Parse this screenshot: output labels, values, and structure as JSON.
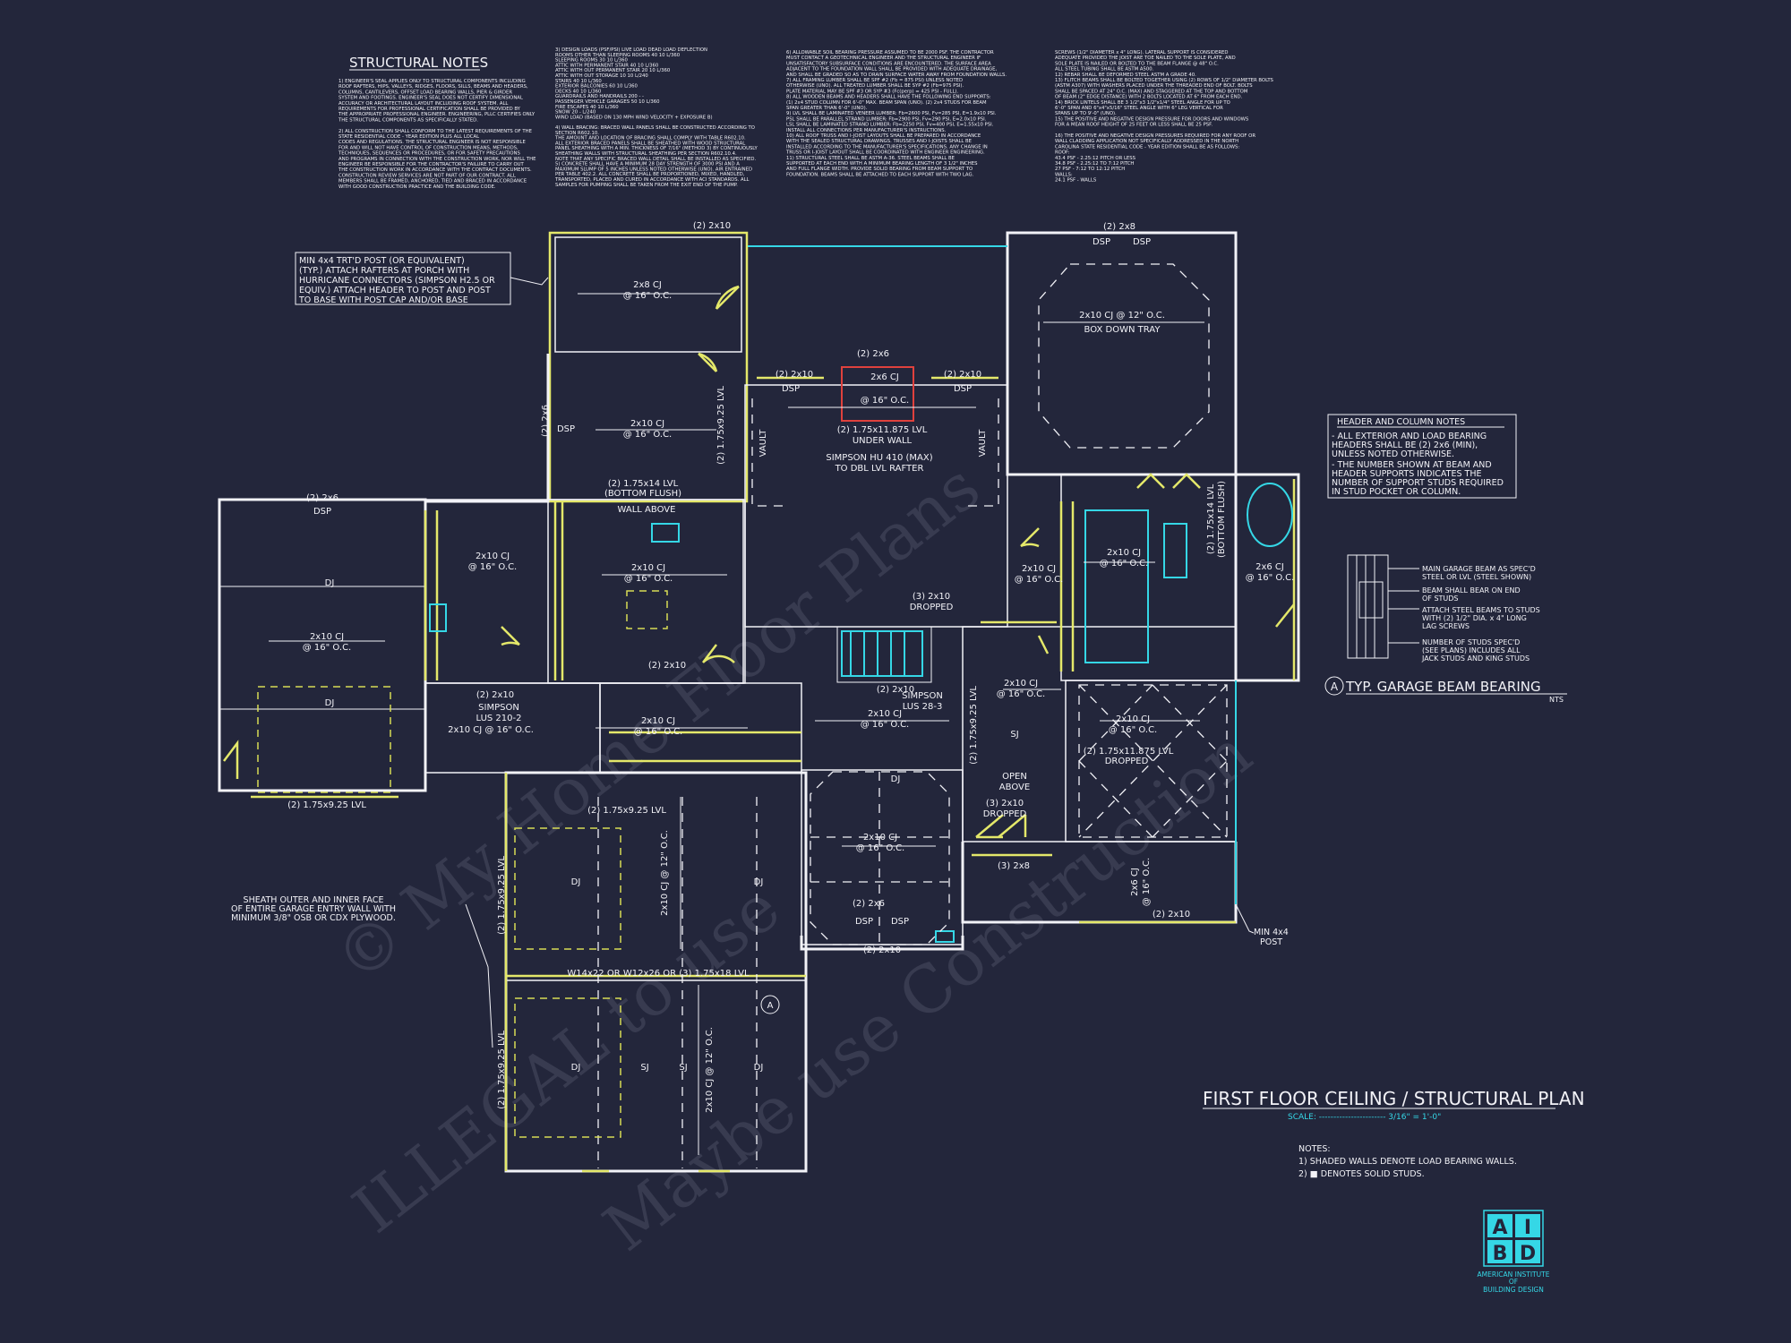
{
  "colors": {
    "background": "#23263b",
    "line": "#f2f2f7",
    "load_bearing": "#e4e86a",
    "plumbing": "#35d7e6",
    "accent_red": "#e0413d"
  },
  "structural_notes": {
    "heading": "STRUCTURAL NOTES",
    "col1": [
      "1) ENGINEER'S SEAL APPLIES ONLY TO STRUCTURAL COMPONENTS INCLUDING",
      "ROOF RAFTERS, HIPS, VALLEYS, RIDGES, FLOORS, SILLS, BEAMS AND HEADERS,",
      "COLUMNS, CANTILEVERS, OFFSET LOAD BEARING WALLS, PIER & GIRDER",
      "SYSTEM AND FOOTINGS. ENGINEER'S SEAL DOES NOT CERTIFY DIMENSIONAL",
      "ACCURACY OR ARCHITECTURAL LAYOUT INCLUDING ROOF SYSTEM. ALL",
      "REQUIREMENTS FOR PROFESSIONAL CERTIFICATION SHALL BE PROVIDED BY",
      "THE APPROPRIATE PROFESSIONAL ENGINEER. ENGINEERING, PLLC CERTIFIES ONLY",
      "THE STRUCTURAL COMPONENTS AS SPECIFICALLY STATED.",
      "",
      "2) ALL CONSTRUCTION SHALL CONFORM TO THE LATEST REQUIREMENTS OF THE",
      "STATE RESIDENTIAL CODE - YEAR EDITION PLUS ALL LOCAL",
      "CODES AND REGULATIONS. THE STRUCTURAL ENGINEER IS NOT RESPONSIBLE",
      "FOR AND WILL NOT HAVE CONTROL OF CONSTRUCTION MEANS, METHODS,",
      "TECHNIQUES, SEQUENCES OR PROCEDURES, OR FOR SAFETY PRECAUTIONS",
      "AND PROGRAMS IN CONNECTION WITH THE CONSTRUCTION WORK, NOR WILL THE",
      "ENGINEER BE RESPONSIBLE FOR THE CONTRACTOR'S FAILURE TO CARRY OUT",
      "THE CONSTRUCTION WORK IN ACCORDANCE WITH THE CONTRACT DOCUMENTS.",
      "CONSTRUCTION REVIEW SERVICES ARE NOT PART OF OUR CONTRACT. ALL",
      "MEMBERS SHALL BE FRAMED, ANCHORED, TIED AND BRACED IN ACCORDANCE",
      "WITH GOOD CONSTRUCTION PRACTICE AND THE BUILDING CODE."
    ],
    "col2": [
      "3) DESIGN LOADS (PSF/PSI)        LIVE LOAD  DEAD LOAD  DEFLECTION",
      "ROOMS OTHER THAN SLEEPING ROOMS      40         10       L/360",
      "SLEEPING ROOMS                      30         10       L/360",
      "ATTIC WITH PERMANENT STAIR           40         10       L/360",
      "ATTIC WITH OUT PERMANENT STAIR       20         10       L/360",
      "ATTIC WITH OUT STORAGE              10         10       L/240",
      "STAIRS                              40         10       L/360",
      "EXTERIOR BALCONIES                  60         10       L/360",
      "DECKS                               40         10       L/360",
      "GUARDRAILS AND HANDRAILS            200        -        -",
      "PASSENGER VEHICLE GARAGES           50         10       L/360",
      "FIRE ESCAPES                        40         10       L/360",
      "SNOW                                20         -        L/240",
      "WIND LOAD       (BASED ON 130 MPH WIND VELOCITY + EXPOSURE B)",
      "",
      "4) WALL BRACING: BRACED WALL PANELS SHALL BE CONSTRUCTED ACCORDING TO",
      "SECTION R602.10.",
      "THE AMOUNT AND LOCATION OF BRACING SHALL COMPLY WITH TABLE R602.10.",
      "ALL EXTERIOR BRACED PANELS SHALL BE SHEATHED WITH WOOD STRUCTURAL",
      "PANEL SHEATHING WITH A MIN. THICKNESS OF 7/16\" (METHOD 3) BY CONTINUOUSLY",
      "SHEATHING WALLS WITH STRUCTURAL SHEATHING PER SECTION R602.10.4.",
      "NOTE THAT ANY SPECIFIC BRACED WALL DETAIL SHALL BE INSTALLED AS SPECIFIED.",
      "5) CONCRETE SHALL HAVE A MINIMUM 28 DAY STRENGTH OF 3000 PSI AND A",
      "MAXIMUM SLUMP OF 5 INCHES UNLESS NOTED OTHERWISE (UNO). AIR ENTRAINED",
      "PER TABLE 402.2. ALL CONCRETE SHALL BE PROPORTIONED, MIXED, HANDLED,",
      "TRANSPORTED, PLACED AND CURED IN ACCORDANCE WITH ACI STANDARDS. ALL",
      "SAMPLES FOR PUMPING SHALL BE TAKEN FROM THE EXIT END OF THE PUMP."
    ],
    "col3": [
      "6) ALLOWABLE SOIL BEARING PRESSURE ASSUMED TO BE 2000 PSF. THE CONTRACTOR",
      "MUST CONTACT A GEOTECHNICAL ENGINEER AND THE STRUCTURAL ENGINEER IF",
      "UNSATISFACTORY SUBSURFACE CONDITIONS ARE ENCOUNTERED. THE SURFACE AREA",
      "ADJACENT TO THE FOUNDATION WALL SHALL BE PROVIDED WITH ADEQUATE DRAINAGE,",
      "AND SHALL BE GRADED SO AS TO DRAIN SURFACE WATER AWAY FROM FOUNDATION WALLS.",
      "7) ALL FRAMING LUMBER SHALL BE SPF #2 (Fb = 875 PSI) UNLESS NOTED",
      "OTHERWISE (UNO). ALL TREATED LUMBER SHALL BE SYP #2 (Fb=975 PSI).",
      "PLATE MATERIAL MAY BE SPF #3 OR SYP #3 (Fc(perp) = 425 PSI - FULL).",
      "8) ALL WOODEN BEAMS AND HEADERS SHALL HAVE THE FOLLOWING END SUPPORTS:",
      "(1) 2x4 STUD COLUMN FOR 6'-0\" MAX. BEAM SPAN (UNO). (2) 2x4 STUDS FOR BEAM",
      "SPAN GREATER THAN 6'-0\" (UNO).",
      "9) LVL SHALL BE LAMINATED VENEER LUMBER: Fb=2600 PSI, Fv=285 PSI, E=1.9x10 PSI.",
      "PSL SHALL BE PARALLEL STRAND LUMBER: Fb=2900 PSI, Fv=290 PSI, E=2.0x10 PSI.",
      "LSL SHALL BE LAMINATED STRAND LUMBER: Fb=2250 PSI, Fv=400 PSI, E=1.55x10 PSI.",
      "INSTALL ALL CONNECTIONS PER MANUFACTURER'S INSTRUCTIONS.",
      "10) ALL ROOF TRUSS AND I-JOIST LAYOUTS SHALL BE PREPARED IN ACCORDANCE",
      "WITH THE SEALED STRUCTURAL DRAWINGS. TRUSSES AND I-JOISTS SHALL BE",
      "INSTALLED ACCORDING TO THE MANUFACTURER'S SPECIFICATIONS. ANY CHANGE IN",
      "TRUSS OR I-JOIST LAYOUT SHALL BE COORDINATED WITH ENGINEER ENGINEERING.",
      "11) STRUCTURAL STEEL SHALL BE ASTM A-36. STEEL BEAMS SHALL BE",
      "SUPPORTED AT EACH END WITH A MINIMUM BEARING LENGTH OF 3 1/2\" INCHES",
      "AND FULL FLANGE WIDTH. PROVIDE SOLID BEARING FROM BEAM SUPPORT TO",
      "FOUNDATION. BEAMS SHALL BE ATTACHED TO EACH SUPPORT WITH TWO LAG."
    ],
    "col4": [
      "SCREWS (1/2\" DIAMETER x 4\" LONG). LATERAL SUPPORT IS CONSIDERED",
      "ADEQUATE PROVIDED THE JOIST ARE TOE NAILED TO THE SOLE PLATE, AND",
      "SOLE PLATE IS NAILED OR BOLTED TO THE BEAM FLANGE @ 48\" O.C.",
      "ALL STEEL TUBING SHALL BE ASTM A500.",
      "12) REBAR SHALL BE DEFORMED STEEL ASTM A GRADE 40.",
      "13) FLITCH BEAMS SHALL BE BOLTED TOGETHER USING (2) ROWS OF 1/2\" DIAMETER BOLTS",
      "(ASTM A307) WITH WASHERS PLACED UNDER THE THREADED END OF BOLT. BOLTS",
      "SHALL BE SPACED AT 24\" O.C. (MAX) AND STAGGERED AT THE TOP AND BOTTOM",
      "OF BEAM (2\" EDGE DISTANCE) WITH 2 BOLTS LOCATED AT 6\" FROM EACH END.",
      "14) BRICK LINTELS SHALL BE 3 1/2\"x3 1/2\"x1/4\" STEEL ANGLE FOR UP TO",
      "6'-0\" SPAN AND 6\"x4\"x5/16\" STEEL ANGLE WITH 6\" LEG VERTICAL FOR",
      "SPANS UP TO 9'-0\" (UNO).",
      "15) THE POSITIVE AND NEGATIVE DESIGN PRESSURE FOR DOORS AND WINDOWS",
      "FOR A MEAN ROOF HEIGHT OF 25 FEET OR LESS SHALL BE 25 PSF.",
      "",
      "16) THE POSITIVE AND NEGATIVE DESIGN PRESSURES REQUIRED FOR ANY ROOF OR",
      "WALL CLADDING APPLICATION NOT SPECIFICALLY ADDRESSED IN THE NORTH",
      "CAROLINA STATE RESIDENTIAL CODE - YEAR EDITION SHALL BE AS FOLLOWS:",
      "ROOF:",
      "43.4 PSF - 2.25:12 PITCH OR LESS",
      "34.8 PSF - 2.25:12 TO 7:12 PITCH",
      "27 PSF - 7:12 TO 12:12 PITCH",
      "WALLS:",
      "24.1 PSF - WALLS"
    ]
  },
  "callouts": {
    "porch_post": [
      "MIN 4x4 TRT'D POST (OR EQUIVALENT)",
      "(TYP.) ATTACH RAFTERS AT PORCH WITH",
      "HURRICANE CONNECTORS (SIMPSON H2.5 OR",
      "EQUIV.) ATTACH HEADER TO POST AND POST",
      "TO BASE WITH POST CAP AND/OR BASE"
    ],
    "sheath": [
      "SHEATH OUTER AND INNER FACE",
      "OF ENTIRE GARAGE ENTRY WALL WITH",
      "MINIMUM 3/8\" OSB OR CDX PLYWOOD."
    ],
    "min_post": [
      "MIN 4x4",
      "POST"
    ]
  },
  "plan_labels": {
    "porch_top": "(2) 2x10",
    "porch_cj": "2x8 CJ",
    "porch_oc": "@ 16\" O.C.",
    "room2_cj": "2x10 CJ",
    "room2_oc": "@ 16\" O.C.",
    "dsp": "DSP",
    "lvl_bottom": "(2) 1.75x14 LVL",
    "bottom_flush": "(BOTTOM FLUSH)",
    "wall_above": "WALL ABOVE",
    "lvl_925": "(2) 1.75x9.25 LVL",
    "vault": "VAULT",
    "twox6": "(2) 2x6",
    "twox10": "(2) 2x10",
    "cj_2x6": "2x6 CJ",
    "lvl_11875_under": "(2) 1.75x11.875 LVL",
    "under_wall": "UNDER WALL",
    "simpson_hu": "SIMPSON HU 410 (MAX)",
    "dbl_lvl_rafter": "TO DBL LVL RAFTER",
    "twox8": "(2) 2x8",
    "tray_cj": "2x10 CJ @ 12\" O.C.",
    "box_tray": "BOX DOWN TRAY",
    "garage_2x6": "(2) 2x6",
    "dj": "DJ",
    "garage_cj": "2x10 CJ",
    "oc16": "@ 16\" O.C.",
    "sj": "SJ",
    "kitchen_cj": "2x10 CJ",
    "laundry_cj": "2x10 CJ",
    "dropped": "DROPPED",
    "three_2x10": "(3) 2x10",
    "simpson_lus28": "SIMPSON",
    "lus28": "LUS 28-3",
    "simpson_lus210": "SIMPSON",
    "lus210": "LUS 210-2",
    "cj_line": "2x10 CJ @ 16\" O.C.",
    "lvl_975_bottom": "(2) 1.75x9.25 LVL",
    "lvl_11875_dropped": "(2) 1.75x11.875 LVL",
    "open_above": "OPEN",
    "above": "ABOVE",
    "twox10_cj_10": "2x10 CJ",
    "oc10": "@ 16\" O.C.",
    "twox8_bottom": "(3) 2x8",
    "lvl_14_bath": "(2) 1.75x14 LVL",
    "garage_oc12": "2x10 CJ @ 12\" O.C.",
    "garage_beam": "W14x22 OR W12x26 OR (3) 1.75x18 LVL",
    "garage_lvl_left": "(2) 1.75x9.25 LVL",
    "a_mark": "A",
    "ml_2x6_cj": "2x6 CJ",
    "oc16b": "@ 16\" O.C."
  },
  "header_notes": {
    "heading": "HEADER AND COLUMN NOTES",
    "lines": [
      "- ALL EXTERIOR AND LOAD BEARING",
      "HEADERS SHALL BE (2) 2x6 (MIN),",
      "UNLESS NOTED OTHERWISE.",
      "- THE NUMBER SHOWN AT BEAM AND",
      "HEADER SUPPORTS INDICATES THE",
      "NUMBER OF SUPPORT STUDS REQUIRED",
      "IN STUD POCKET OR COLUMN."
    ]
  },
  "garage_detail": {
    "notes": [
      "MAIN GARAGE BEAM AS SPEC'D",
      "STEEL OR LVL (STEEL SHOWN)",
      "BEAM SHALL BEAR ON END",
      "OF STUDS",
      "ATTACH STEEL BEAMS TO STUDS",
      "WITH (2) 1/2\" DIA. x 4\" LONG",
      "LAG SCREWS",
      "NUMBER OF STUDS SPEC'D",
      "(SEE PLANS) INCLUDES ALL",
      "JACK STUDS AND KING STUDS"
    ],
    "mark": "A",
    "title": "TYP. GARAGE BEAM BEARING",
    "nts": "NTS"
  },
  "title_block": {
    "title": "FIRST FLOOR CEILING / STRUCTURAL PLAN",
    "scale_label": "SCALE: ----------------------- 3/16\" = 1'-0\"",
    "notes_heading": "NOTES:",
    "notes": [
      "1) SHADED WALLS DENOTE LOAD BEARING WALLS.",
      "2) ■ DENOTES SOLID STUDS."
    ]
  },
  "logo": {
    "letters": [
      "A",
      "I",
      "B",
      "D"
    ],
    "line1": "AMERICAN INSTITUTE",
    "line2": "OF",
    "line3": "BUILDING DESIGN"
  },
  "watermark": [
    "ILLEGAL to use",
    "© My Home Floor Plans",
    "Maybe use Construction"
  ]
}
